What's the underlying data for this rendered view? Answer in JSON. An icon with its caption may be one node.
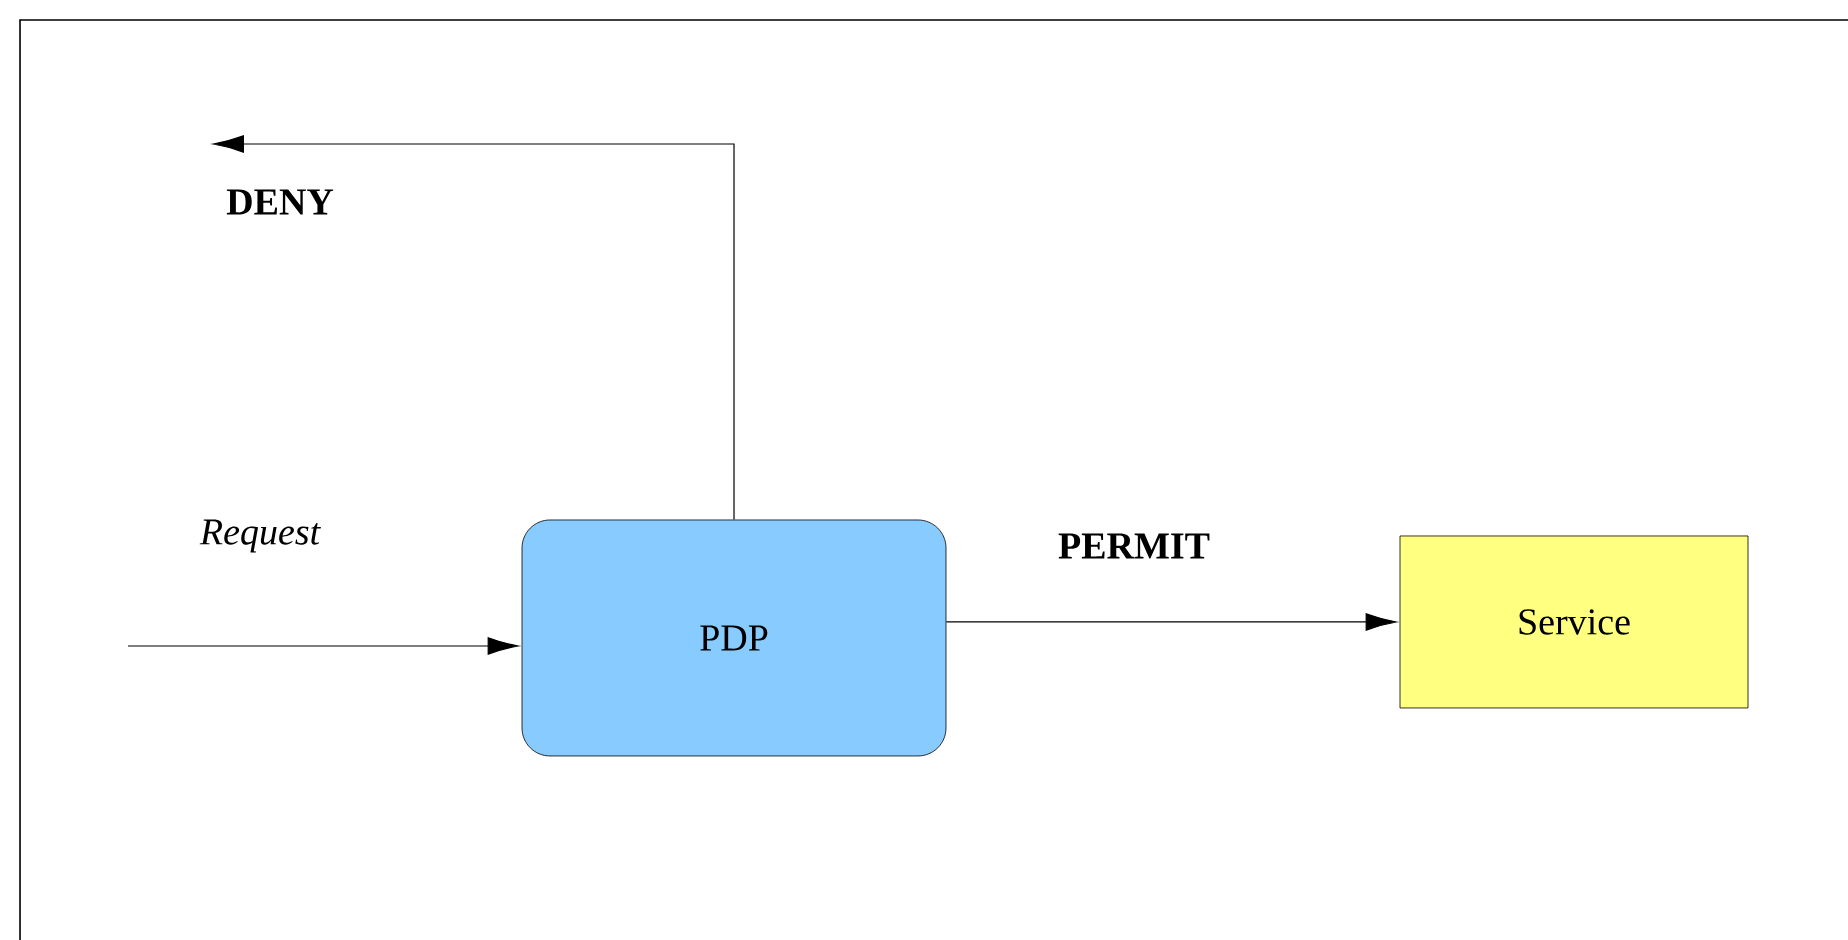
{
  "diagram": {
    "nodes": [
      {
        "text": [
          "PDP"
        ]
      },
      {
        "text": [
          "Service"
        ]
      }
    ],
    "edges": [
      {
        "from": null,
        "to": 0,
        "arrow": "to",
        "label": "Request"
      },
      {
        "from": 0,
        "to": null,
        "arrow": "to",
        "label": "DENY"
      },
      {
        "from": 0,
        "to": 1,
        "arrow": "to",
        "label": "PERMIT"
      }
    ]
  }
}
